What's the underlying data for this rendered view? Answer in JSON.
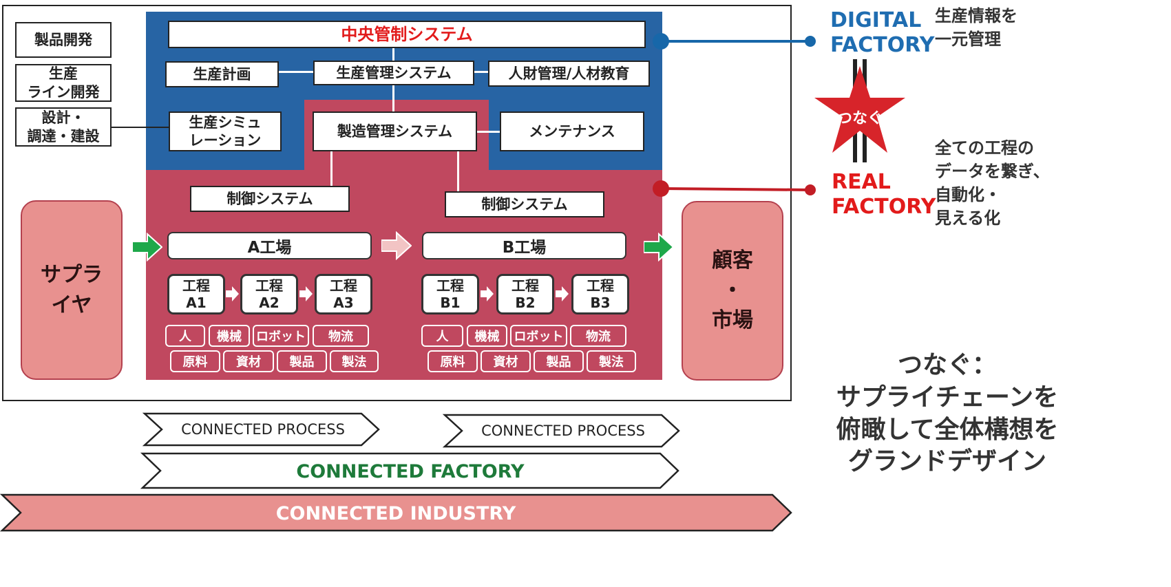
{
  "central": {
    "title": "中央管制システム",
    "left_column": [
      "製品開発",
      "生産\nライン開発",
      "設計・\n調達・建設"
    ],
    "production_plan": "生産計画",
    "production_mgmt": "生産管理システム",
    "hr": "人財管理/人材教育",
    "simulation": "生産シミュ\nレーション",
    "manufacturing_mgmt": "製造管理システム",
    "maintenance": "メンテナンス",
    "control_left": "制御システム",
    "control_right": "制御システム"
  },
  "supplier": "サプラ\nイヤ",
  "customer": "顧客\n・\n市場",
  "factory_a": {
    "name": "A工場",
    "processes": [
      "工程\nA1",
      "工程\nA2",
      "工程\nA3"
    ],
    "resources_row1": [
      "人",
      "機械",
      "ロボット",
      "物流"
    ],
    "resources_row2": [
      "原料",
      "資材",
      "製品",
      "製法"
    ]
  },
  "factory_b": {
    "name": "B工場",
    "processes": [
      "工程\nB1",
      "工程\nB2",
      "工程\nB3"
    ],
    "resources_row1": [
      "人",
      "機械",
      "ロボット",
      "物流"
    ],
    "resources_row2": [
      "原料",
      "資材",
      "製品",
      "製法"
    ]
  },
  "right_panel": {
    "digital_factory": "DIGITAL\nFACTORY",
    "digital_desc": "生産情報を\n一元管理",
    "star_label": "つなぐ",
    "real_factory": "REAL\nFACTORY",
    "real_desc": "全ての工程の\nデータを繋ぎ、\n自動化・\n見える化",
    "summary": "つなぐ：\nサプライチェーンを\n俯瞰して全体構想を\nグランドデザイン"
  },
  "banners": {
    "process_a": "CONNECTED  PROCESS",
    "process_b": "CONNECTED  PROCESS",
    "factory": "CONNECTED  FACTORY",
    "industry": "CONNECTED  INDUSTRY"
  },
  "colors": {
    "digital_blue": "#2764a4",
    "real_red": "#c0485f",
    "central_title_red": "#e21b1b",
    "factory_green": "#1e7a3a",
    "industry_pink": "#e8918f",
    "arrow_green": "#1ea84a",
    "star_red": "#d7242a"
  },
  "icons": [
    "green-arrow-icon",
    "pale-arrow-icon",
    "process-arrow-icon",
    "star-icon",
    "connector-dot-icon"
  ]
}
